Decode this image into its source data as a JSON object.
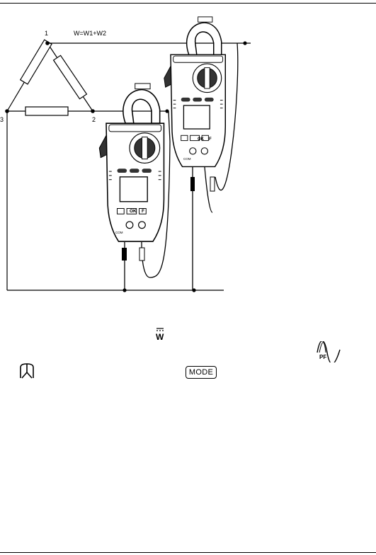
{
  "diagram": {
    "node_1_label": "1",
    "node_2_label": "2",
    "node_3_label": "3",
    "formula": "W=W1+W2",
    "meter_button_ok": "OK",
    "meter_button_f": "F",
    "meter_jack_com": "COM"
  },
  "icons": {
    "watt_symbol": "W",
    "power_factor_symbol": "PF",
    "three_phase_icon": "three-phase-icon"
  },
  "mode_button_label": "MODE"
}
